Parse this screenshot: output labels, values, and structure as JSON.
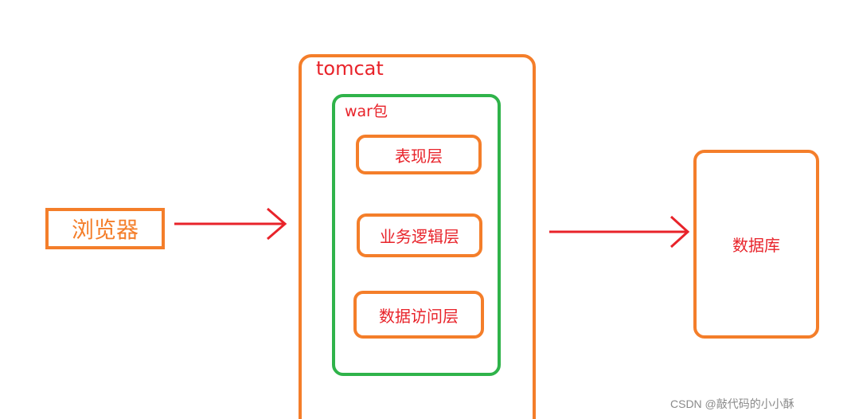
{
  "browser": {
    "label": "浏览器"
  },
  "tomcat": {
    "label": "tomcat",
    "war": {
      "label": "war包",
      "layers": [
        "表现层",
        "业务逻辑层",
        "数据访问层"
      ]
    }
  },
  "database": {
    "label": "数据库"
  },
  "watermark": "CSDN @敲代码的小小酥",
  "colors": {
    "container_border": "#f47e2a",
    "war_border": "#2fb34a",
    "text": "#e8232a",
    "arrow": "#e8232a"
  }
}
